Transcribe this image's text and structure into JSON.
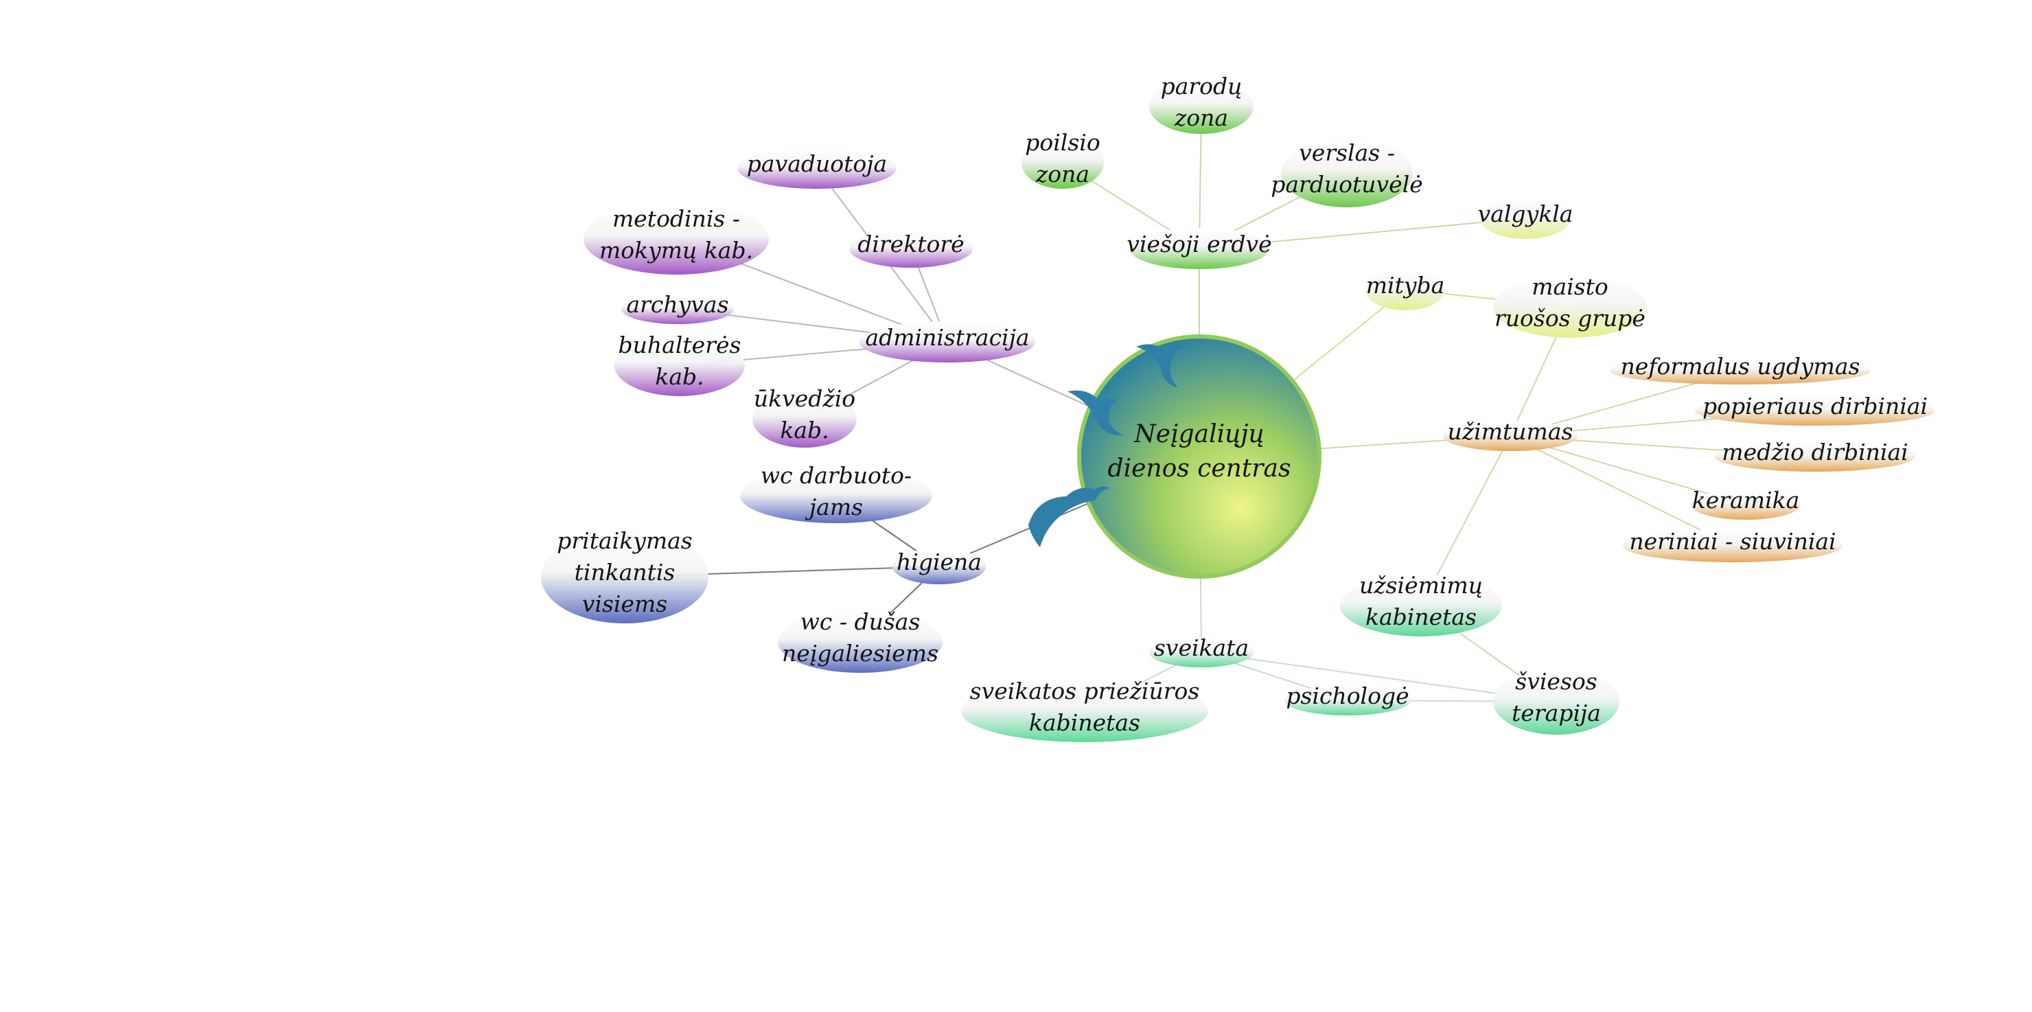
{
  "center": {
    "lines": [
      "Neįgaliųjų",
      "dienos centras"
    ],
    "color_light": "#eef58a",
    "color_mid": "#9fcf62",
    "color_dark": "#2a7fa4",
    "rim_color": "#7fc23f",
    "bird_color": "#2f7fa8"
  },
  "branches": [
    {
      "id": "viesoji-erdve",
      "lines": [
        "viešoji erdvė"
      ],
      "color": "#6cc94a",
      "line_color": "#c2dca8",
      "children": [
        {
          "id": "parodu-zona",
          "lines": [
            "parodų",
            "zona"
          ]
        },
        {
          "id": "poilsio-zona",
          "lines": [
            "poilsio",
            "zona"
          ]
        },
        {
          "id": "verslas-parduotuvele",
          "lines": [
            "verslas -",
            "parduotuvėlė"
          ]
        },
        {
          "id": "valgykla",
          "lines": [
            "valgykla"
          ],
          "color": "#e4ef8a"
        }
      ]
    },
    {
      "id": "mityba",
      "lines": [
        "mityba"
      ],
      "color": "#e4ef8a",
      "line_color": "#d6df96",
      "children": [
        {
          "id": "maisto-ruosos-grupe",
          "lines": [
            "maisto",
            "ruošos grupė"
          ]
        }
      ]
    },
    {
      "id": "uzimtumas",
      "lines": [
        "užimtumas"
      ],
      "color": "#e6a95a",
      "line_color": "#d8d3b0",
      "children": [
        {
          "id": "neformalus-ugdymas",
          "lines": [
            "neformalus ugdymas"
          ]
        },
        {
          "id": "popieriaus-dirbiniai",
          "lines": [
            "popieriaus dirbiniai"
          ]
        },
        {
          "id": "medzio-dirbiniai",
          "lines": [
            "medžio dirbiniai"
          ]
        },
        {
          "id": "keramika",
          "lines": [
            "keramika"
          ]
        },
        {
          "id": "neriniai-siuviniai",
          "lines": [
            "neriniai - siuviniai"
          ]
        },
        {
          "id": "uzsiemimu-kabinetas",
          "lines": [
            "užsiėmimų",
            "kabinetas"
          ],
          "color": "#5fd89a"
        }
      ]
    },
    {
      "id": "sveikata",
      "lines": [
        "sveikata"
      ],
      "color": "#5fd89a",
      "line_color": "#c8dccf",
      "children": [
        {
          "id": "sveikatos-prieziuros-kabinetas",
          "lines": [
            "sveikatos priežiūros",
            "kabinetas"
          ]
        },
        {
          "id": "psichologe",
          "lines": [
            "psichologė"
          ]
        },
        {
          "id": "sviesos-terapija",
          "lines": [
            "šviesos",
            "terapija"
          ]
        }
      ]
    },
    {
      "id": "higiena",
      "lines": [
        "higiena"
      ],
      "color": "#5d6fc0",
      "line_color": "#7a7a88",
      "children": [
        {
          "id": "wc-darbuotojams",
          "lines": [
            "wc darbuoto-",
            "jams"
          ]
        },
        {
          "id": "pritaikymas-tinkantis-visiems",
          "lines": [
            "pritaikymas",
            "tinkantis",
            "visiems"
          ]
        },
        {
          "id": "wc-dusas-negaliesiems",
          "lines": [
            "wc - dušas",
            "neįgaliesiems"
          ]
        }
      ]
    },
    {
      "id": "administracija",
      "lines": [
        "administracija"
      ],
      "color": "#a35ac6",
      "line_color": "#b8b8b8",
      "children": [
        {
          "id": "pavaduotoja",
          "lines": [
            "pavaduotoja"
          ]
        },
        {
          "id": "metodinis-mokymu-kab",
          "lines": [
            "metodinis -",
            "mokymų kab."
          ]
        },
        {
          "id": "direktore",
          "lines": [
            "direktorė"
          ]
        },
        {
          "id": "archyvas",
          "lines": [
            "archyvas"
          ]
        },
        {
          "id": "buhalteres-kab",
          "lines": [
            "buhalterės",
            "kab."
          ]
        },
        {
          "id": "ukvedzio-kab",
          "lines": [
            "ūkvedžio",
            "kab."
          ]
        }
      ]
    }
  ]
}
